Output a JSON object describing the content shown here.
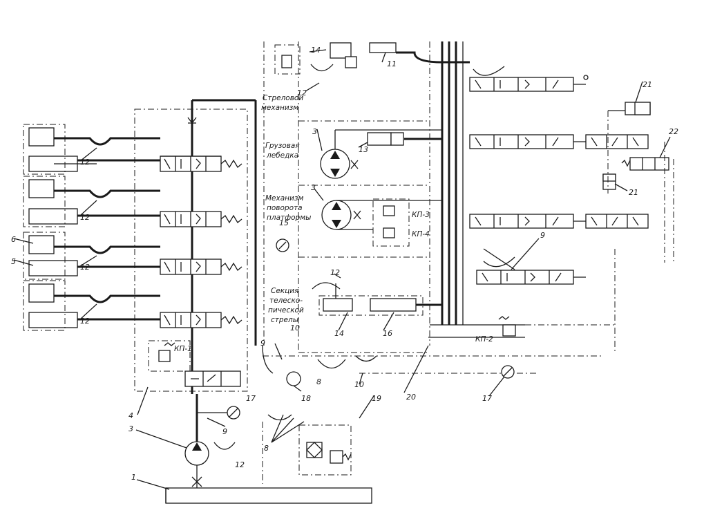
{
  "labels": {
    "boom_mechanism": [
      "Стреловой",
      "механизм"
    ],
    "cargo_winch": [
      "Грузовая",
      "лебедка"
    ],
    "platform_rotation": [
      "Механизм",
      "поворота",
      "платформы"
    ],
    "telescopic_section": [
      "Секция",
      "телеско-",
      "пической",
      "стрелы"
    ],
    "kp1": "КП-1",
    "kp2": "КП-2",
    "kp3": "КП-3",
    "kp4": "КП-4"
  },
  "callouts": {
    "c1": "1",
    "c3a": "3",
    "c3b": "3",
    "c3c": "3",
    "c4": "4",
    "c5": "5",
    "c6": "6",
    "c8": "8",
    "c8b": "8",
    "c9a": "9",
    "c9b": "9",
    "c9c": "9",
    "c10a": "10",
    "c10b": "10",
    "c11": "11",
    "c12a": "12",
    "c12b": "12",
    "c12c": "12",
    "c12d": "12",
    "c12e": "12",
    "c12f": "12",
    "c12g": "12",
    "c13": "13",
    "c14a": "14",
    "c14b": "14",
    "c15": "15",
    "c16": "16",
    "c17a": "17",
    "c17b": "17",
    "c18": "18",
    "c19": "19",
    "c20": "20",
    "c21a": "21",
    "c21b": "21",
    "c22": "22"
  }
}
